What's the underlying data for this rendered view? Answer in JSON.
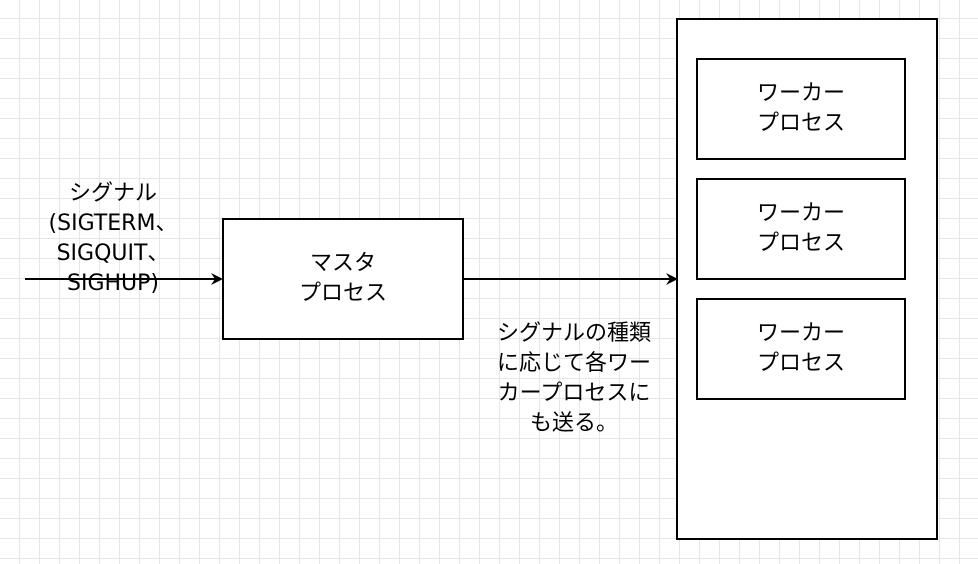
{
  "diagram": {
    "signal_input_label": "シグナル\n(SIGTERM、\nSIGQUIT、\nSIGHUP)",
    "master_process_label": "マスタ\nプロセス",
    "forward_label": "シグナルの種類\nに応じて各ワー\nカープロセスに\nも送る。",
    "workers": [
      {
        "label": "ワーカー\nプロセス"
      },
      {
        "label": "ワーカー\nプロセス"
      },
      {
        "label": "ワーカー\nプロセス"
      }
    ]
  }
}
